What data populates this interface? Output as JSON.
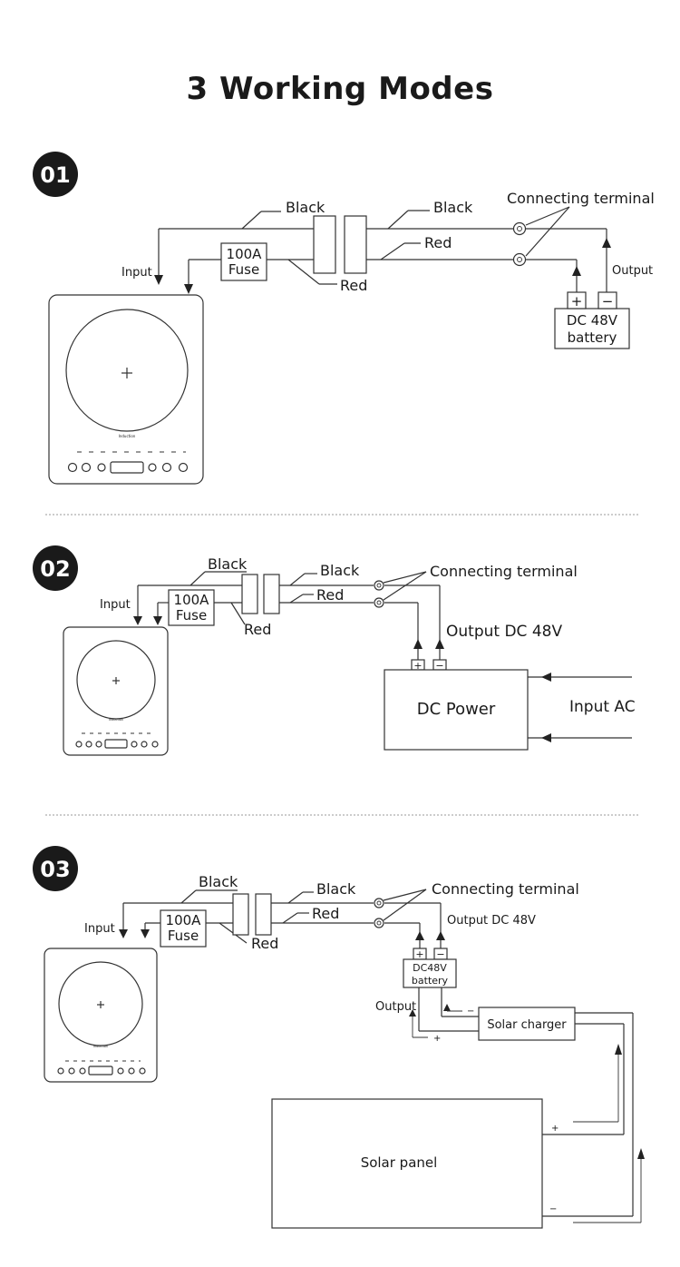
{
  "title": "3 Working Modes",
  "modes": [
    {
      "number": "01",
      "labels": {
        "black_left": "Black",
        "black_right": "Black",
        "red_right": "Red",
        "red_bottom": "Red",
        "connecting_terminal": "Connecting terminal",
        "input": "Input",
        "fuse_line1": "100A",
        "fuse_line2": "Fuse",
        "output": "Output",
        "battery_line1": "DC 48V",
        "battery_line2": "battery",
        "plus": "+",
        "minus": "−"
      },
      "cooktop_brand": "Induction"
    },
    {
      "number": "02",
      "labels": {
        "black_left": "Black",
        "black_right": "Black",
        "red_right": "Red",
        "red_bottom": "Red",
        "connecting_terminal": "Connecting terminal",
        "input": "Input",
        "fuse_line1": "100A",
        "fuse_line2": "Fuse",
        "output_dc": "Output DC 48V",
        "dc_power": "DC Power",
        "input_ac": "Input AC",
        "plus": "+",
        "minus": "−"
      },
      "cooktop_brand": "Induction"
    },
    {
      "number": "03",
      "labels": {
        "black_left": "Black",
        "black_right": "Black",
        "red_right": "Red",
        "red_bottom": "Red",
        "connecting_terminal": "Connecting terminal",
        "input": "Input",
        "fuse_line1": "100A",
        "fuse_line2": "Fuse",
        "output_dc": "Output DC 48V",
        "battery_line1": "DC48V",
        "battery_line2": "battery",
        "output": "Output",
        "solar_charger": "Solar charger",
        "solar_panel": "Solar panel",
        "plus": "+",
        "minus": "−"
      },
      "cooktop_brand": "Induction"
    }
  ]
}
